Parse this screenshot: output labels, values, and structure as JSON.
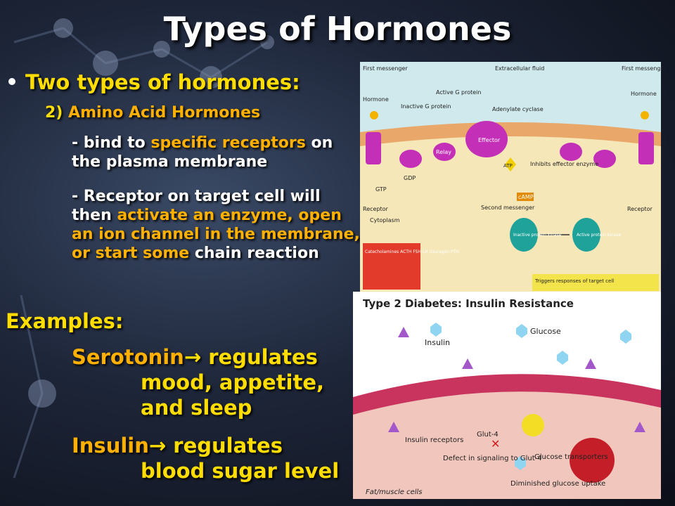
{
  "title": "Types of Hormones",
  "bullet": "Two types of hormones:",
  "sub_number": "2)",
  "sub_heading": "Amino Acid Hormones",
  "point1": {
    "dash": "- bind to",
    "highlight": "specific receptors",
    "rest": "on the plasma membrane"
  },
  "point2": {
    "lead": "- Receptor on target cell will then",
    "highlight": "activate an enzyme, open an ion channel in the membrane, or start some",
    "tail": "chain reaction"
  },
  "examples_label": "Examples:",
  "example1": {
    "name": "Serotonin",
    "arrow": "→",
    "text": " regulates",
    "line2": "mood, appetite,",
    "line3": "and sleep"
  },
  "example2": {
    "name": "Insulin",
    "arrow": "→",
    "text": " regulates",
    "line2": "blood sugar level"
  },
  "diagram1": {
    "labels": {
      "first_messenger_left": "First messenger",
      "extracellular": "Extracellular fluid",
      "first_messenger_right": "First messenger",
      "hormone_left": "Hormone",
      "hormone_right": "Hormone",
      "inactive_g": "Inactive G protein",
      "active_g": "Active G protein",
      "adenylate": "Adenylate cyclase",
      "effector": "Effector",
      "relay": "Relay",
      "gtp": "GTP",
      "gdp": "GDP",
      "atp": "ATP",
      "inhibits": "Inhibits effector enzyme",
      "receptor_left": "Receptor",
      "receptor_right": "Receptor",
      "cytoplasm": "Cytoplasm",
      "second_messenger": "Second messenger",
      "camp": "cAMP",
      "inactive_kinase": "Inactive protein kinase",
      "active_kinase": "Active protein kinase",
      "red_box": "Catecholamines ACTH FSH LH Glucagon PTH",
      "triggers": "Triggers responses of target cell"
    }
  },
  "diagram2": {
    "title": "Type 2 Diabetes: Insulin Resistance",
    "insulin": "Insulin",
    "glucose": "Glucose",
    "insulin_receptors": "Insulin receptors",
    "glut4": "Glut-4",
    "defect": "Defect in signaling to Glut-4",
    "transporters": "Glucose transporters",
    "diminished": "Diminished glucose uptake",
    "cells": "Fat/muscle cells"
  }
}
